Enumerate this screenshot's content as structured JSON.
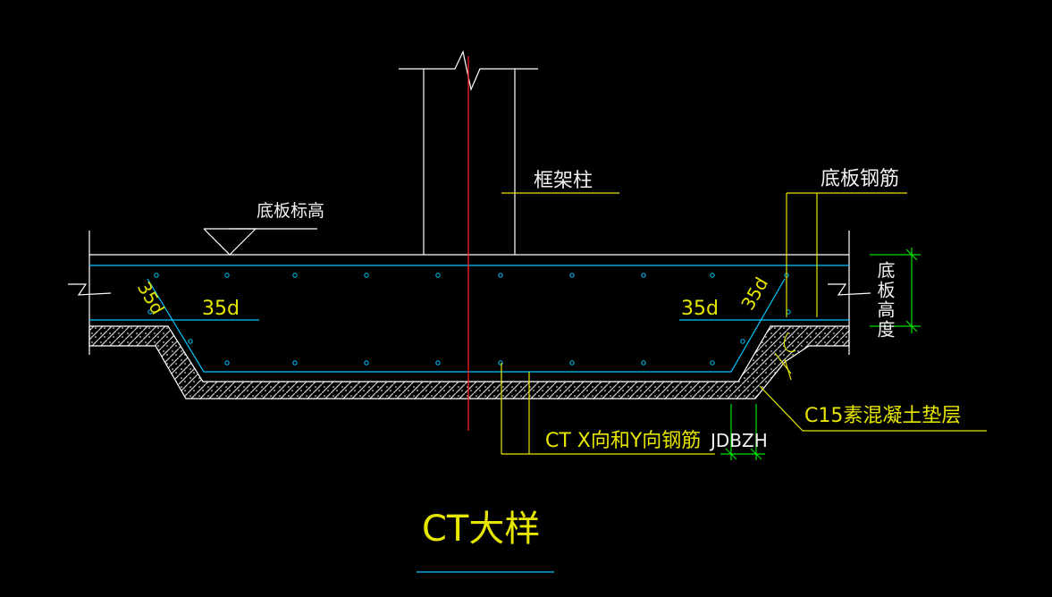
{
  "labels": {
    "board_elevation": "底板标高",
    "frame_column": "框架柱",
    "board_rebar": "底板钢筋",
    "anchor_35d_left_slope": "35d",
    "anchor_35d_left": "35d",
    "anchor_35d_right": "35d",
    "anchor_35d_right_slope": "35d",
    "board_thickness": "底板高度",
    "c15_cushion": "C15素混凝土垫层",
    "ct_xy_rebar": "CT X向和Y向钢筋",
    "jdbzh": "JDBZH",
    "title": "CT大样"
  },
  "colors": {
    "background": "#000000",
    "line_white": "#ffffff",
    "rebar_cyan": "#00c8ff",
    "leader_yellow": "#e6e600",
    "axis_red": "#ff2020",
    "dim_green": "#00e000",
    "title_underline": "#00c8ff"
  }
}
